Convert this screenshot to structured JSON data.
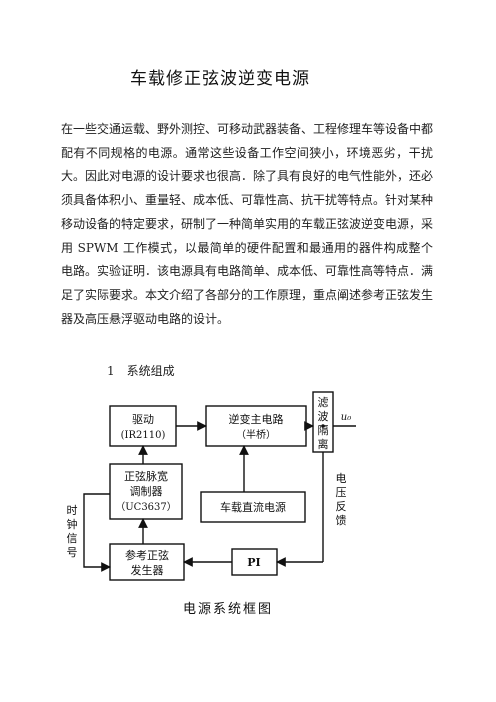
{
  "document": {
    "title": "车载修正弦波逆变电源",
    "paragraph": "在一些交通运载、野外测控、可移动武器装备、工程修理车等设备中都配有不同规格的电源。通常这些设备工作空间狭小，环境恶劣，干扰大。因此对电源的设计要求也很高．除了具有良好的电气性能外，还必须具备体积小、重量轻、成本低、可靠性高、抗干扰等特点。针对某种移动设备的特定要求，研制了一种简单实用的车载正弦波逆变电源，采用 SPWM 工作模式，以最简单的硬件配置和最通用的器件构成整个电路。实验证明．该电源具有电路简单、成本低、可靠性高等特点．满足了实际要求。本文介绍了各部分的工作原理，重点阐述参考正弦发生器及高压悬浮驱动电路的设计。",
    "section_heading": "1　系统组成",
    "caption": "电源系统框图"
  },
  "diagram": {
    "driver": {
      "line1": "驱动",
      "line2": "(IR2110)"
    },
    "inverter": {
      "line1": "逆变主电路",
      "line2": "（半桥）"
    },
    "filter": {
      "c1": "滤",
      "c2": "波",
      "c3": "隔",
      "c4": "离"
    },
    "output_label": "u₀",
    "modulator": {
      "line1": "正弦脉宽",
      "line2": "调制器",
      "line3": "（UC3637）"
    },
    "dc_source": "车载直流电源",
    "feedback": {
      "c1": "电",
      "c2": "压",
      "c3": "反",
      "c4": "馈"
    },
    "clock": {
      "c1": "时",
      "c2": "钟",
      "c3": "信",
      "c4": "号"
    },
    "pi": "PI",
    "ref_gen": {
      "line1": "参考正弦",
      "line2": "发生器"
    }
  }
}
